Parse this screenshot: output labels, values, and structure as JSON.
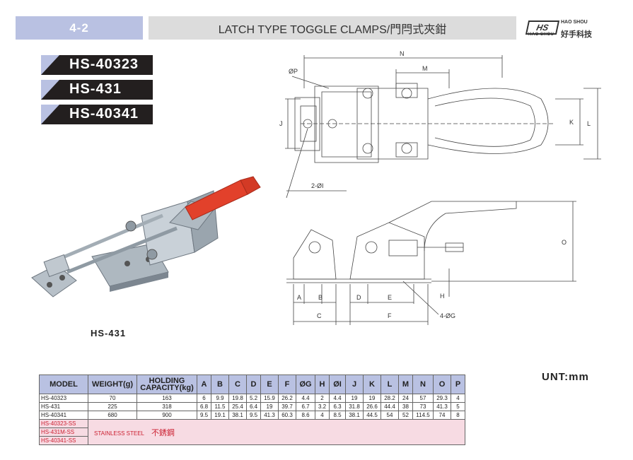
{
  "header": {
    "section": "4-2",
    "title": "LATCH TYPE TOGGLE CLAMPS/門閂式夾鉗",
    "logo": {
      "badge": "HS",
      "sub": "HAO SHOU",
      "en": "HAO SHOU",
      "cn": "好手科技"
    }
  },
  "models": [
    "HS-40323",
    "HS-431",
    "HS-40341"
  ],
  "photo_label": "HS-431",
  "unit": "UNT:mm",
  "drawing": {
    "top_labels": {
      "N": "N",
      "M": "M",
      "P": "ØP",
      "J": "J",
      "K": "K",
      "L": "L",
      "I": "2-ØI"
    },
    "side_labels": {
      "A": "A",
      "B": "B",
      "C": "C",
      "D": "D",
      "E": "E",
      "F": "F",
      "O": "O",
      "H": "H",
      "G": "4-ØG"
    }
  },
  "table": {
    "headers": [
      "MODEL",
      "WEIGHT(g)",
      "HOLDING CAPACITY(kg)",
      "A",
      "B",
      "C",
      "D",
      "E",
      "F",
      "ØG",
      "H",
      "ØI",
      "J",
      "K",
      "L",
      "M",
      "N",
      "O",
      "P"
    ],
    "rows": [
      [
        "HS-40323",
        "70",
        "163",
        "6",
        "9.9",
        "19.8",
        "5.2",
        "15.9",
        "26.2",
        "4.4",
        "2",
        "4.4",
        "19",
        "19",
        "28.2",
        "24",
        "57",
        "29.3",
        "4"
      ],
      [
        "HS-431",
        "225",
        "318",
        "6.8",
        "11.5",
        "25.4",
        "6.4",
        "19",
        "39.7",
        "6.7",
        "3.2",
        "6.3",
        "31.8",
        "26.6",
        "44.4",
        "38",
        "73",
        "41.3",
        "5"
      ],
      [
        "HS-40341",
        "680",
        "900",
        "9.5",
        "19.1",
        "38.1",
        "9.5",
        "41.3",
        "60.3",
        "8.6",
        "4",
        "8.5",
        "38.1",
        "44.5",
        "54",
        "52",
        "114.5",
        "74",
        "8"
      ]
    ],
    "ss_models": [
      "HS-40323-SS",
      "HS-431M-SS",
      "HS-40341-SS"
    ],
    "ss_note": "STAINLESS STEEL",
    "ss_note_cn": "不銹鋼"
  },
  "colors": {
    "accent": "#b9c1e2",
    "tag_bg": "#231f1f",
    "handle_red": "#e2412b",
    "ss_pink": "#f7dbe3"
  }
}
